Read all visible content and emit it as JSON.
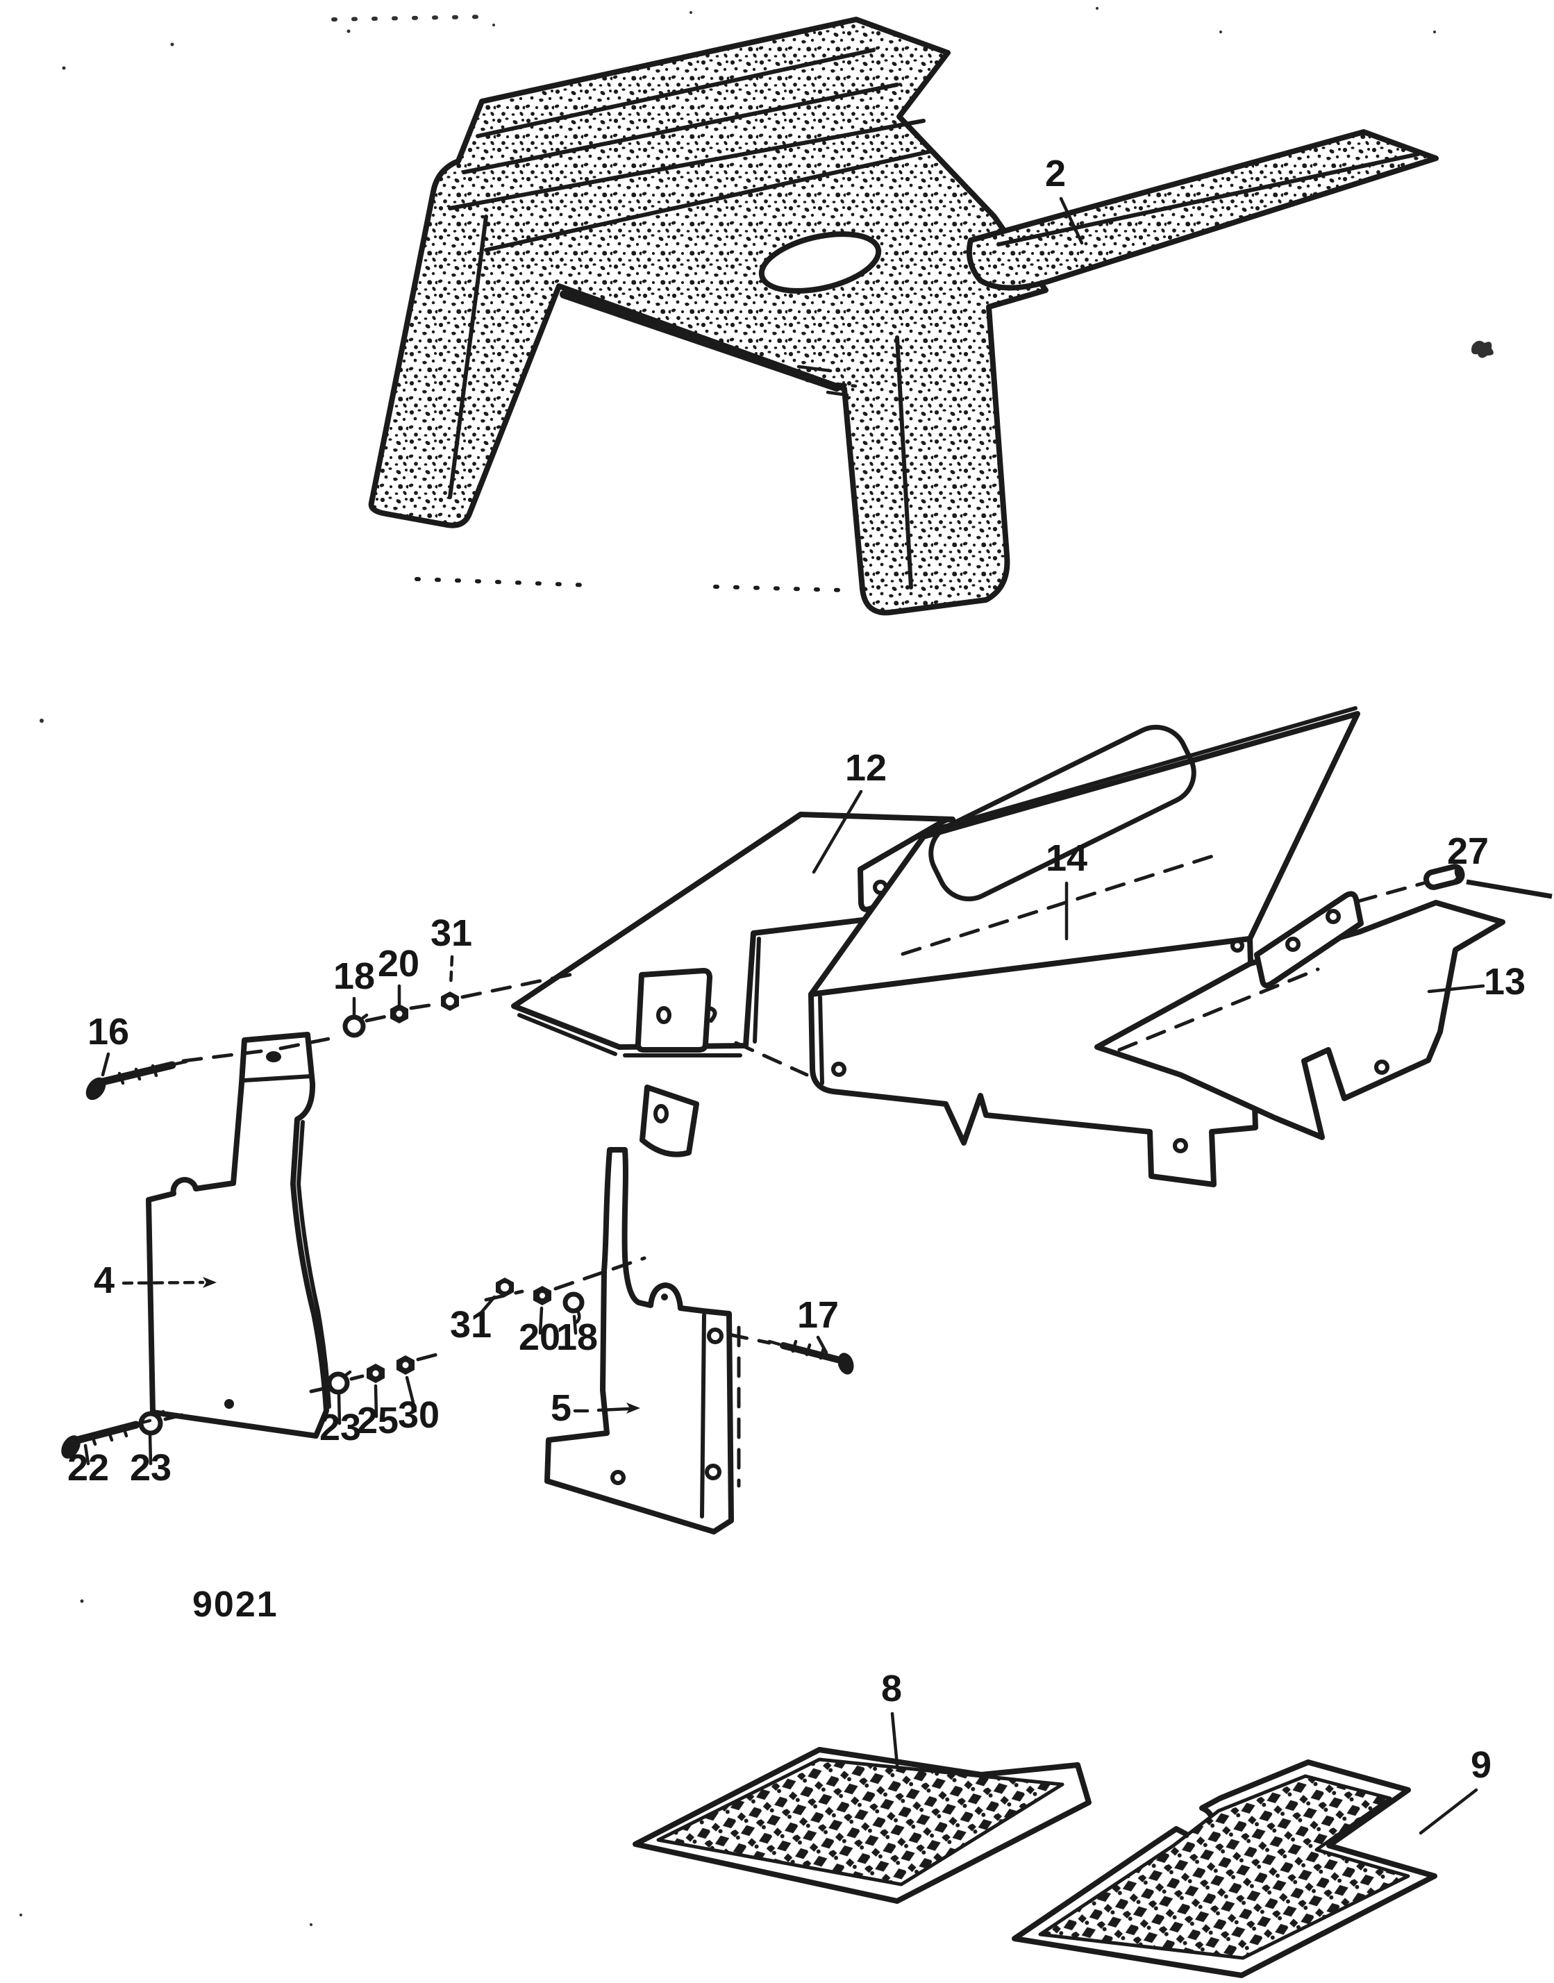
{
  "page": {
    "background_color": "#ffffff",
    "ink_color": "#1b1b1b"
  },
  "figure_code": "9021",
  "callouts": {
    "n2": "2",
    "n12": "12",
    "n14": "14",
    "n27": "27",
    "n13": "13",
    "n16": "16",
    "n18a": "18",
    "n20a": "20",
    "n31a": "31",
    "n4": "4",
    "n22": "22",
    "n23a": "23",
    "n23b": "23",
    "n25": "25",
    "n30": "30",
    "n31b": "31",
    "n20b": "20",
    "n18b": "18",
    "n17": "17",
    "n5": "5",
    "n8": "8",
    "n9": "9"
  }
}
